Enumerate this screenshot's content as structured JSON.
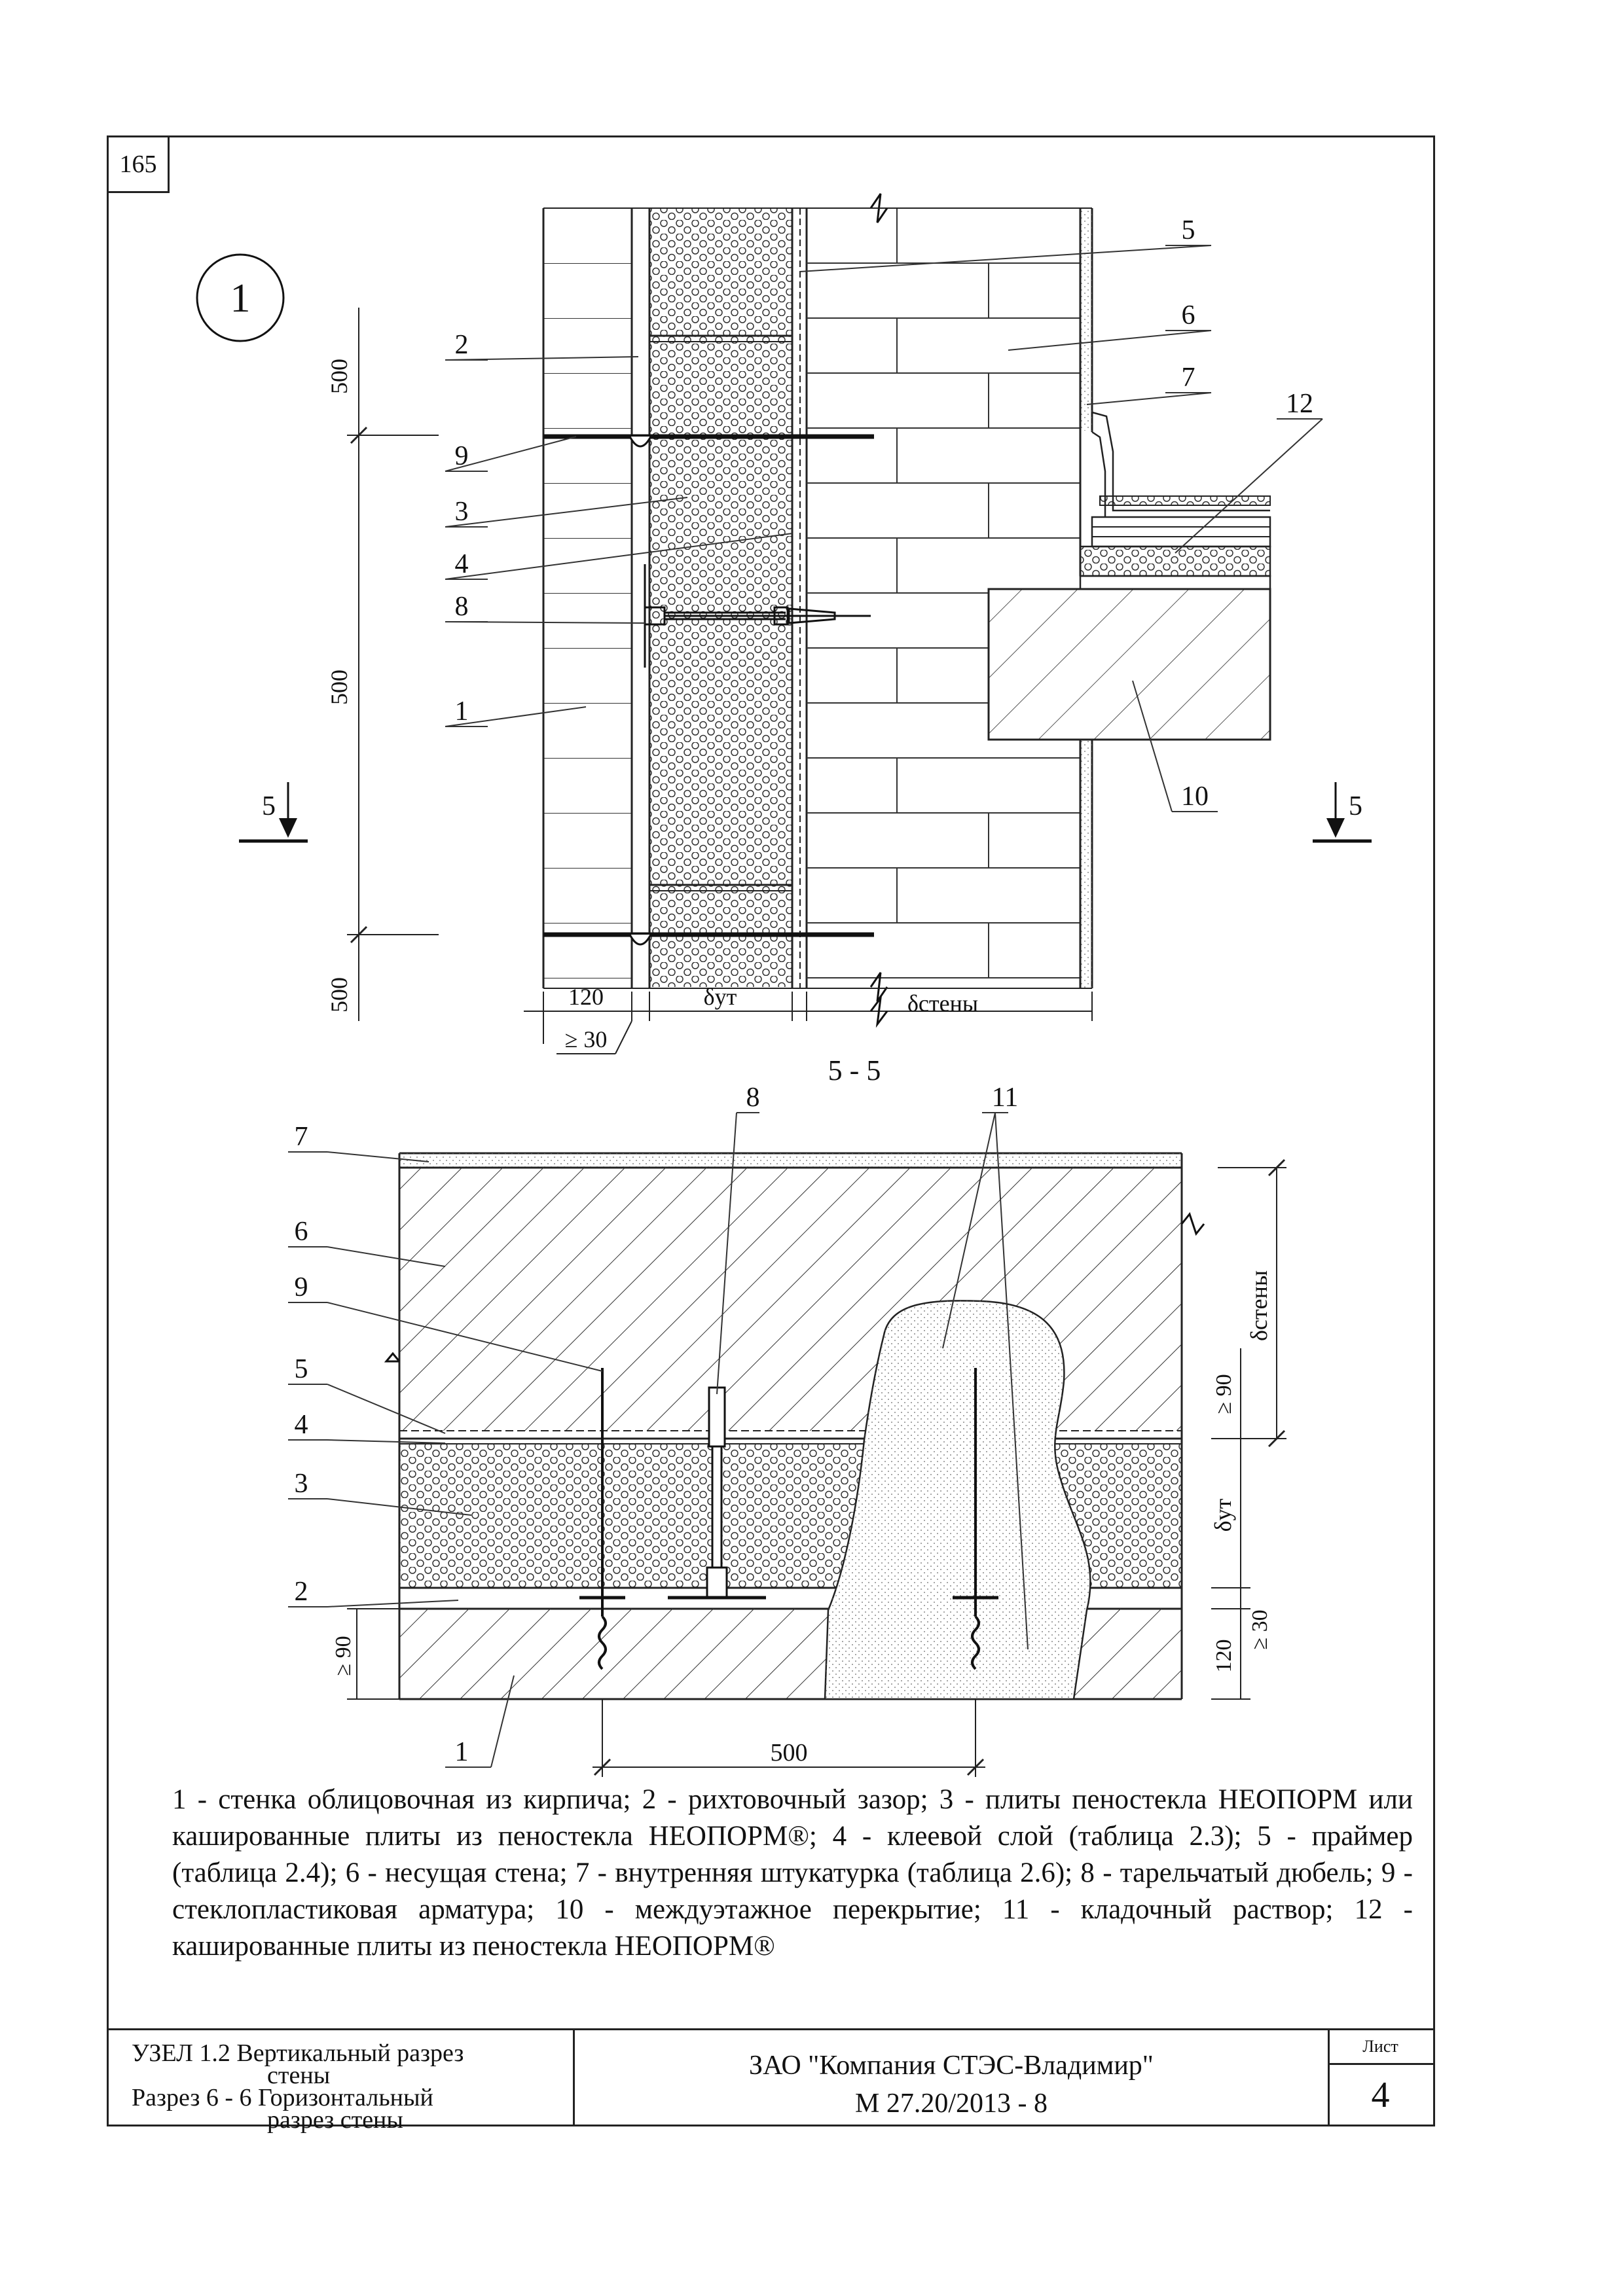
{
  "page_number": "165",
  "drawing": {
    "node_number": "1",
    "section_label": "5 - 5",
    "section_mark": "5",
    "dims": {
      "d500a": "500",
      "d500b": "500",
      "d500c": "500",
      "d120": "120",
      "d30": "≥ 30",
      "dyt": "δут",
      "dwall": "δстены",
      "s_dwall": "δстены",
      "s_dyt": "δут",
      "s_ge90a": "≥ 90",
      "s_ge90b": "≥ 90",
      "s_120": "120",
      "s_30": "≥ 30",
      "s_500": "500"
    },
    "top_callouts": [
      "5",
      "6",
      "7",
      "12",
      "2",
      "9",
      "3",
      "4",
      "8",
      "1",
      "10"
    ],
    "bottom_callouts": [
      "8",
      "11",
      "7",
      "6",
      "9",
      "5",
      "4",
      "3",
      "2",
      "1"
    ]
  },
  "legend_text": "1 - стенка облицовочная из кирпича; 2 - рихтовочный зазор; 3 - плиты пеностекла НЕОПОРМ или кашированные плиты из пеностекла НЕОПОРМ®; 4 - клеевой слой (таблица 2.3); 5 - праймер (таблица 2.4); 6 - несущая стена; 7 - внутренняя штукатурка (таблица 2.6); 8 - тарельчатый дюбель; 9 - стеклопластиковая арматура; 10 - междуэтажное перекрытие; 11 - кладочный раствор; 12 - кашированные плиты из пеностекла НЕОПОРМ®",
  "title_block": {
    "left_line1": "УЗЕЛ 1.2 Вертикальный разрез",
    "left_line2": "стены",
    "left_line3": "Разрез 6 - 6 Горизонтальный",
    "left_line4": "разрез стены",
    "organization": "ЗАО \"Компания СТЭС-Владимир\"",
    "doc_code": "М 27.20/2013 - 8",
    "sheet_label": "Лист",
    "sheet_number": "4"
  }
}
